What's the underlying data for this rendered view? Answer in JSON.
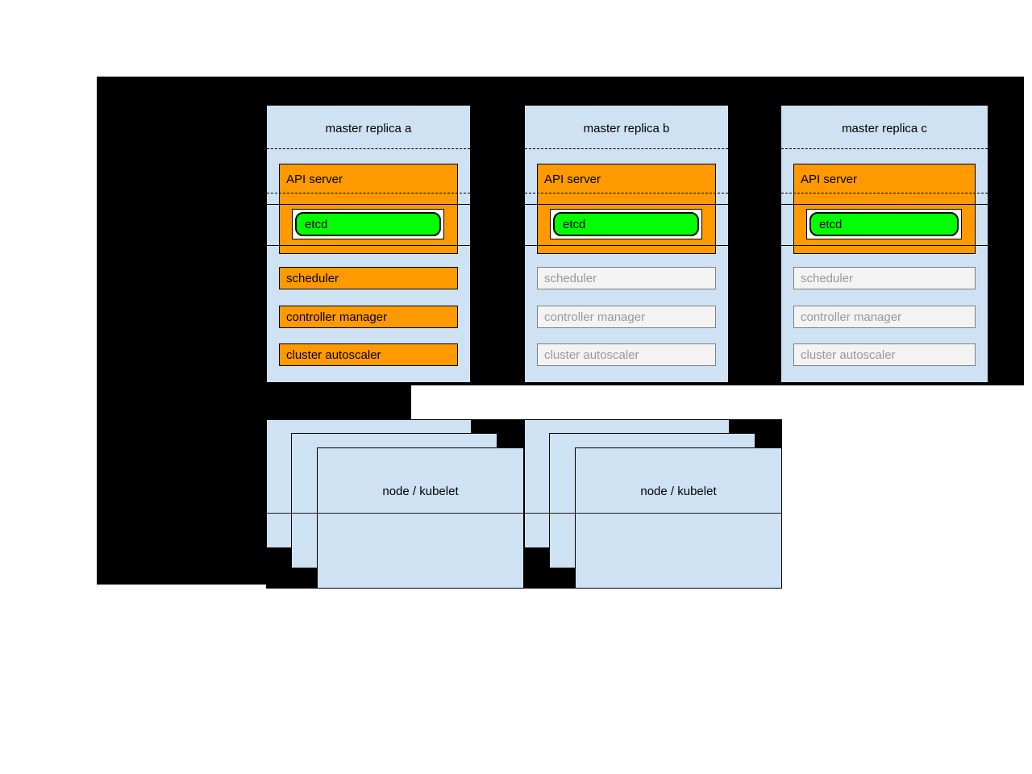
{
  "masters": [
    {
      "title": "master replica a",
      "api_server": "API server",
      "etcd": "etcd",
      "components": [
        "scheduler",
        "controller manager",
        "cluster autoscaler"
      ],
      "state": "active"
    },
    {
      "title": "master replica b",
      "api_server": "API server",
      "etcd": "etcd",
      "components": [
        "scheduler",
        "controller manager",
        "cluster autoscaler"
      ],
      "state": "inactive"
    },
    {
      "title": "master replica c",
      "api_server": "API server",
      "etcd": "etcd",
      "components": [
        "scheduler",
        "controller manager",
        "cluster autoscaler"
      ],
      "state": "inactive"
    }
  ],
  "nodes": [
    {
      "label": "node / kubelet"
    },
    {
      "label": "node / kubelet"
    }
  ],
  "colors": {
    "background": "#000000",
    "panel": "#cfe2f3",
    "active_component": "#ff9900",
    "inactive_component": "#f3f3f3",
    "etcd": "#00ff00",
    "inactive_text": "#999999"
  }
}
